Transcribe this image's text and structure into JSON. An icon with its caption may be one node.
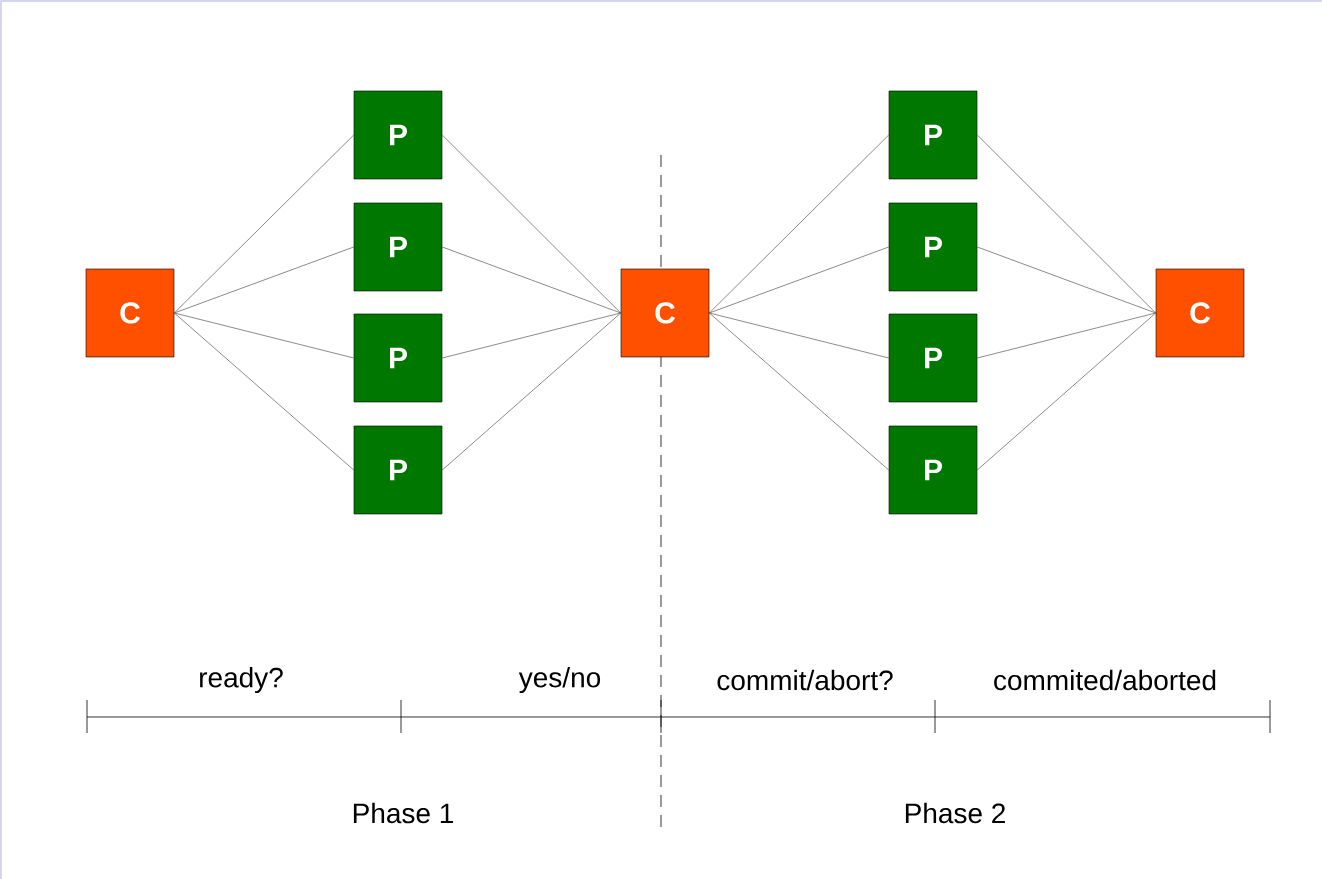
{
  "diagram": {
    "nodes": [
      {
        "text": [
          "C"
        ]
      },
      {
        "text": [
          "P"
        ]
      },
      {
        "text": [
          "P"
        ]
      },
      {
        "text": [
          "P"
        ]
      },
      {
        "text": [
          "P"
        ]
      },
      {
        "text": [
          "C"
        ]
      },
      {
        "text": [
          "P"
        ]
      },
      {
        "text": [
          "P"
        ]
      },
      {
        "text": [
          "P"
        ]
      },
      {
        "text": [
          "P"
        ]
      },
      {
        "text": [
          "C"
        ]
      }
    ],
    "edges": [
      {
        "from": 0,
        "to": 1,
        "arrow": "none"
      },
      {
        "from": 0,
        "to": 2,
        "arrow": "none"
      },
      {
        "from": 0,
        "to": 3,
        "arrow": "none"
      },
      {
        "from": 0,
        "to": 4,
        "arrow": "none"
      },
      {
        "from": 1,
        "to": 5,
        "arrow": "none"
      },
      {
        "from": 2,
        "to": 5,
        "arrow": "none"
      },
      {
        "from": 3,
        "to": 5,
        "arrow": "none"
      },
      {
        "from": 4,
        "to": 5,
        "arrow": "none"
      },
      {
        "from": 5,
        "to": 6,
        "arrow": "none"
      },
      {
        "from": 5,
        "to": 7,
        "arrow": "none"
      },
      {
        "from": 5,
        "to": 8,
        "arrow": "none"
      },
      {
        "from": 5,
        "to": 9,
        "arrow": "none"
      },
      {
        "from": 6,
        "to": 10,
        "arrow": "none"
      },
      {
        "from": 7,
        "to": 10,
        "arrow": "none"
      },
      {
        "from": 8,
        "to": 10,
        "arrow": "none"
      },
      {
        "from": 9,
        "to": 10,
        "arrow": "none"
      }
    ],
    "labels": [
      "ready?",
      "yes/no",
      "commit/abort?",
      "commited/aborted",
      "Phase 1",
      "Phase 2"
    ]
  }
}
